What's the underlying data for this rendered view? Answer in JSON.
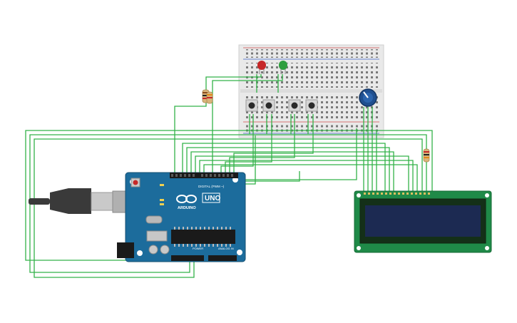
{
  "arduino": {
    "brand": "ARDUINO",
    "model": "UNO",
    "digital_label": "DIGITAL (PWM ~)",
    "power_label": "POWER",
    "analog_label": "ANALOG IN"
  },
  "components": {
    "leds": [
      {
        "name": "red-led",
        "color": "#c62828"
      },
      {
        "name": "green-led",
        "color": "#2e9e3e"
      }
    ],
    "pushbutton_count": 4,
    "resistor_count": 3
  },
  "colors": {
    "wire": "#33b249",
    "arduino_board": "#1c6c9c",
    "lcd_board": "#1f8a48",
    "lcd_screen": "#1c2a52",
    "breadboard": "#e9e9e9",
    "usb_cable": "#3a3a3a"
  },
  "icons": {
    "arduino_logo": "infinity-symbol"
  }
}
